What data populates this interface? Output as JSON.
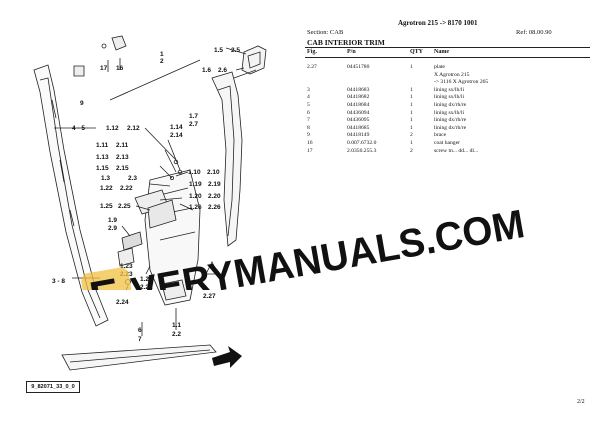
{
  "header": {
    "title": "Agrotron 215 -> 8170 1001",
    "section": "Section: CAB",
    "ref": "Ref: 08.00.90",
    "section_title": "CAB INTERIOR TRIM"
  },
  "table": {
    "columns": [
      "Fig.",
      "P/n",
      "QTY",
      "Name"
    ],
    "rows": [
      {
        "fig": "2.27",
        "pn": "04451780",
        "qty": "1",
        "name": [
          "plate",
          "X Agrotron 215",
          "-> 3116 X Agrotron 265"
        ]
      },
      {
        "fig": "3",
        "pn": "04418683",
        "qty": "1",
        "name": [
          "lining sx/lh/li"
        ]
      },
      {
        "fig": "4",
        "pn": "04418682",
        "qty": "1",
        "name": [
          "lining sx/lh/li"
        ]
      },
      {
        "fig": "5",
        "pn": "04418684",
        "qty": "1",
        "name": [
          "lining dx/rh/re"
        ]
      },
      {
        "fig": "6",
        "pn": "04436094",
        "qty": "1",
        "name": [
          "lining sx/lh/li"
        ]
      },
      {
        "fig": "7",
        "pn": "04436095",
        "qty": "1",
        "name": [
          "lining dx/rh/re"
        ]
      },
      {
        "fig": "8",
        "pn": "04418685",
        "qty": "1",
        "name": [
          "lining dx/rh/re"
        ]
      },
      {
        "fig": "9",
        "pn": "04418149",
        "qty": "2",
        "name": [
          "brace"
        ]
      },
      {
        "fig": "16",
        "pn": "0.007.6732.0",
        "qty": "1",
        "name": [
          "coat hanger"
        ]
      },
      {
        "fig": "17",
        "pn": "2.0350.255.3",
        "qty": "2",
        "name": [
          "screw m... dd... dl..."
        ]
      }
    ]
  },
  "drawing": {
    "id": "9_82071_33_0_0",
    "labels": [
      "17",
      "16",
      "1",
      "2",
      "9",
      "1.5",
      "2.5",
      "1.6",
      "2.6",
      "4 - 5",
      "1.12",
      "2.12",
      "1.14",
      "2.14",
      "1.7",
      "2.7",
      "1.11",
      "2.11",
      "1.13",
      "2.13",
      "1.15",
      "2.15",
      "1.10",
      "2.10",
      "1.3",
      "2.3",
      "1.19",
      "2.19",
      "1.22",
      "2.22",
      "1.20",
      "2.20",
      "1.26",
      "2.26",
      "1.25",
      "2.25",
      "1.9",
      "2.9",
      "3 - 8",
      "1.23",
      "2.23",
      "1.21",
      "2.21",
      "2.24",
      "2.27",
      "6",
      "7",
      "1.1",
      "2.2"
    ]
  },
  "watermark": "EVERYMANUALS.COM",
  "footer": {
    "page": "2/2"
  }
}
